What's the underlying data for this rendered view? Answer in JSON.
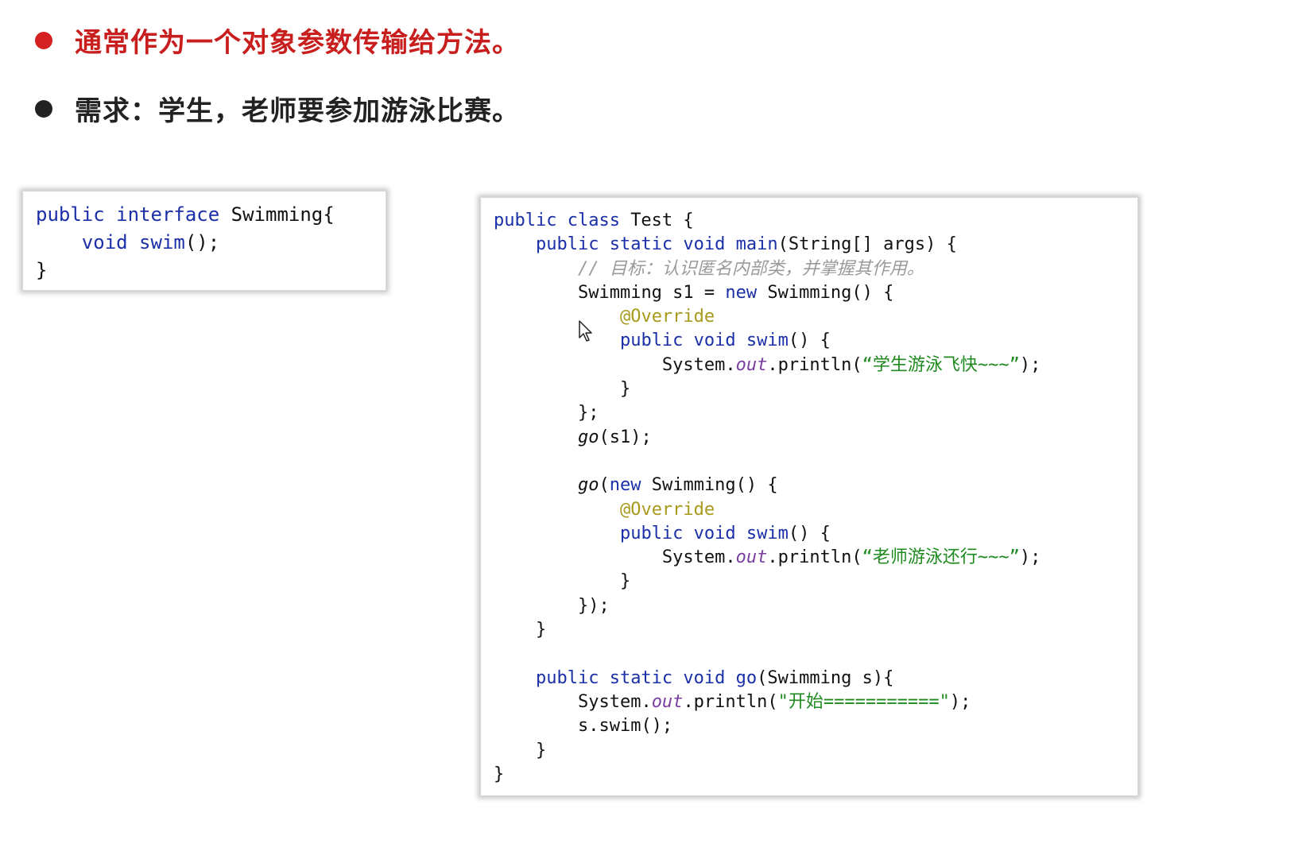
{
  "bullets": [
    {
      "text": "通常作为一个对象参数传输给方法。",
      "dot_color": "#d42020",
      "text_color": "#c81e1e"
    },
    {
      "text": "需求：学生，老师要参加游泳比赛。",
      "dot_color": "#222222",
      "text_color": "#222222"
    }
  ],
  "interface_code": {
    "line1": {
      "kw": "public interface ",
      "name": "Swimming{"
    },
    "line2": {
      "kw": "    void ",
      "fn": "swim",
      "rest": "();"
    },
    "line3": "}"
  },
  "test_code": {
    "l1": {
      "kw": "public class ",
      "rest": "Test {"
    },
    "l2": {
      "indent": "    ",
      "kw": "public static void ",
      "fn": "main",
      "rest": "(String[] args) {"
    },
    "l3": {
      "indent": "        ",
      "comment": "// 目标：认识匿名内部类，并掌握其作用。"
    },
    "l4": {
      "indent": "        ",
      "a": "Swimming s1 = ",
      "kw": "new",
      "b": " Swimming() {"
    },
    "l5": {
      "indent": "            ",
      "ann": "@Override"
    },
    "l6": {
      "indent": "            ",
      "kw": "public void ",
      "fn": "swim",
      "rest": "() {"
    },
    "l7": {
      "indent": "                ",
      "a": "System.",
      "out": "out",
      "b": ".println(",
      "str": "“学生游泳飞快~~~”",
      "c": ");"
    },
    "l8": {
      "indent": "            ",
      "text": "}"
    },
    "l9": {
      "indent": "        ",
      "text": "};"
    },
    "l10": {
      "indent": "        ",
      "go": "go",
      "rest": "(s1);"
    },
    "l11": "",
    "l12": {
      "indent": "        ",
      "go": "go",
      "a": "(",
      "kw": "new",
      "b": " Swimming() {"
    },
    "l13": {
      "indent": "            ",
      "ann": "@Override"
    },
    "l14": {
      "indent": "            ",
      "kw": "public void ",
      "fn": "swim",
      "rest": "() {"
    },
    "l15": {
      "indent": "                ",
      "a": "System.",
      "out": "out",
      "b": ".println(",
      "str": "“老师游泳还行~~~”",
      "c": ");"
    },
    "l16": {
      "indent": "            ",
      "text": "}"
    },
    "l17": {
      "indent": "        ",
      "text": "});"
    },
    "l18": {
      "indent": "    ",
      "text": "}"
    },
    "l19": "",
    "l20": {
      "indent": "    ",
      "kw": "public static void ",
      "fn": "go",
      "rest": "(Swimming s){"
    },
    "l21": {
      "indent": "        ",
      "a": "System.",
      "out": "out",
      "b": ".println(",
      "str": "\"开始===========\"",
      "c": ");"
    },
    "l22": {
      "indent": "        ",
      "text": "s.swim();"
    },
    "l23": {
      "indent": "    ",
      "text": "}"
    },
    "l24": "}"
  },
  "icons": {
    "cursor": "mouse-pointer-icon"
  }
}
